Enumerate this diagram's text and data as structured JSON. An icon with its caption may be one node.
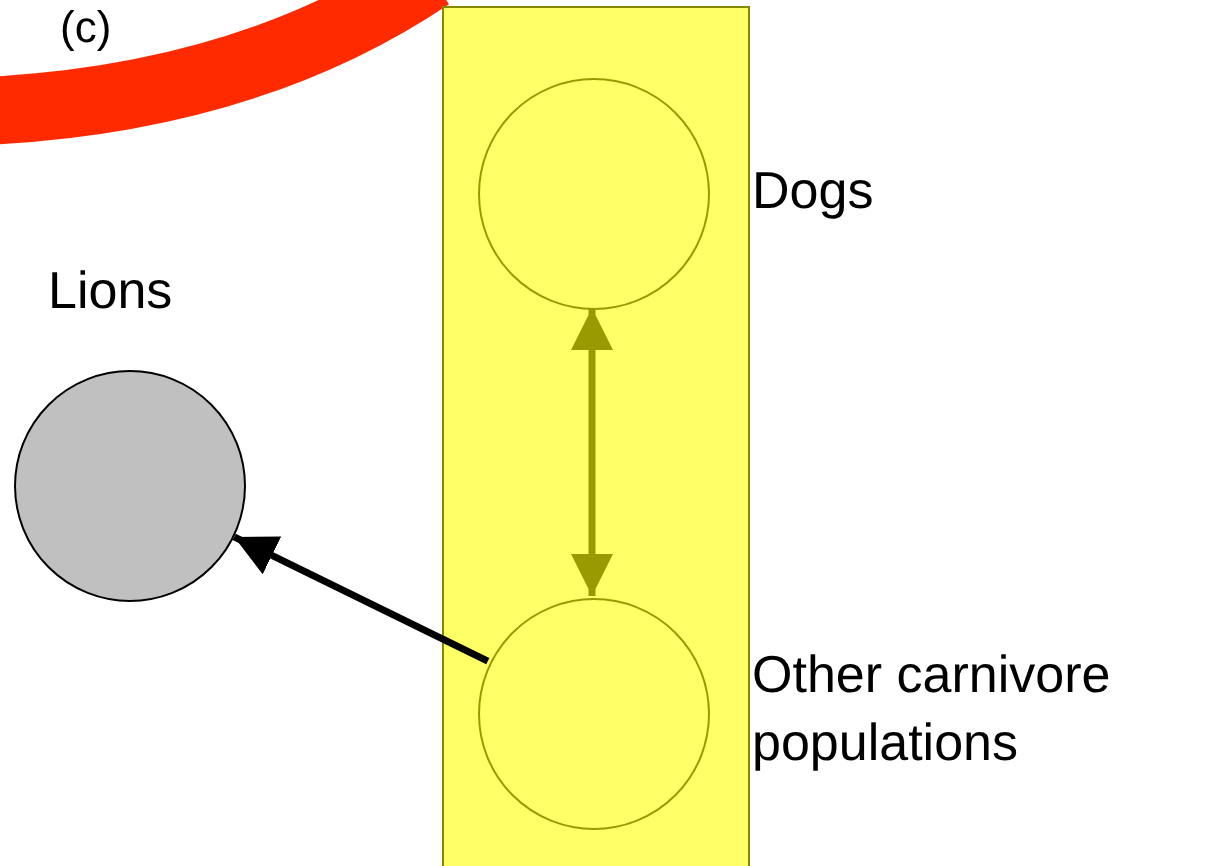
{
  "diagram": {
    "nodes": [
      {
        "text": [],
        "shape": "box"
      },
      {
        "text": [
          "Dogs"
        ],
        "in": 0
      },
      {
        "text": [
          "Other carnivore populations"
        ],
        "in": 0
      },
      {
        "text": [
          "Lions"
        ]
      }
    ],
    "edges": [
      {
        "from": 1,
        "to": 2,
        "arrow": "both",
        "color": "#999900"
      },
      {
        "from": 2,
        "to": 3,
        "arrow": "to",
        "color": "#000000"
      }
    ],
    "labels": [
      "(c)"
    ]
  }
}
